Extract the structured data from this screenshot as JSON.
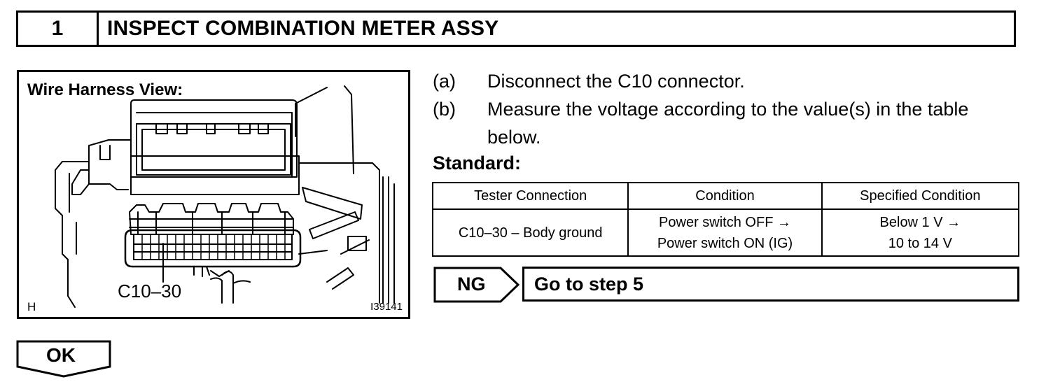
{
  "header": {
    "step_number": "1",
    "title": "INSPECT COMBINATION METER ASSY"
  },
  "figure": {
    "title": "Wire Harness View:",
    "callout": "C10–30",
    "corner_code": "H",
    "figure_id": "I39141"
  },
  "steps": [
    {
      "letter": "(a)",
      "text": "Disconnect the C10 connector."
    },
    {
      "letter": "(b)",
      "text": "Measure the voltage according to the value(s) in the table below."
    }
  ],
  "standard_label": "Standard:",
  "table": {
    "headers": [
      "Tester Connection",
      "Condition",
      "Specified Condition"
    ],
    "row": {
      "connection": "C10–30 – Body ground",
      "condition_line1": "Power switch OFF →",
      "condition_line2": "Power switch ON (IG)",
      "spec_line1": "Below 1 V →",
      "spec_line2": "10 to 14 V"
    }
  },
  "ng": {
    "label": "NG",
    "action": "Go to step 5"
  },
  "ok": {
    "label": "OK"
  }
}
